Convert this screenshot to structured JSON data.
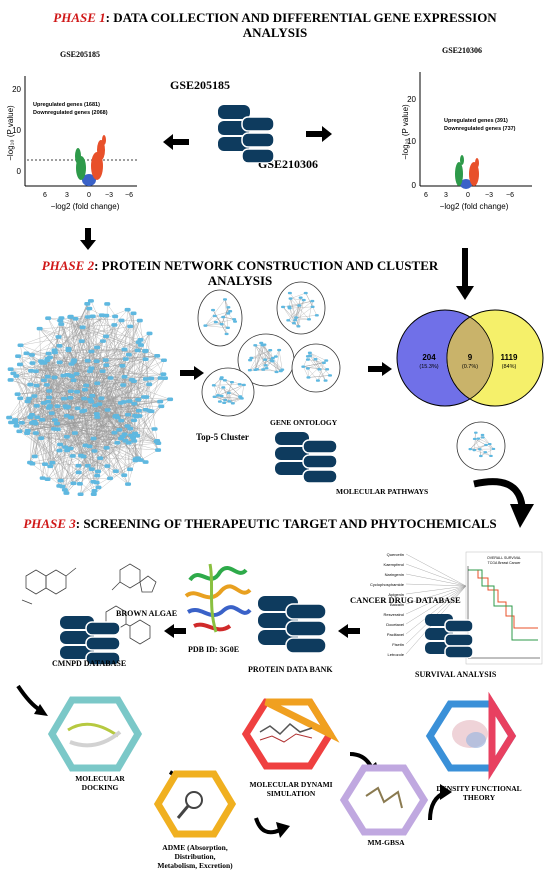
{
  "phase1": {
    "label": "PHASE 1",
    "title": ": DATA COLLECTION AND DIFFERENTIAL GENE EXPRESSION",
    "title2": "ANALYSIS"
  },
  "phase2": {
    "label": "PHASE 2",
    "title": ": PROTEIN NETWORK CONSTRUCTION AND CLUSTER",
    "title2": "ANALYSIS"
  },
  "phase3": {
    "label": "PHASE 3",
    "title": ": SCREENING OF THERAPEUTIC TARGET AND PHYTOCHEMICALS"
  },
  "datasets": {
    "left": "GSE205185",
    "right": "GSE210306",
    "center_top": "GSE205185",
    "center_bottom": "GSE210306"
  },
  "volcano_left": {
    "up": "Upregulated genes (1681)",
    "down": "Downregulated genes (2068)",
    "ylabel": "−log₁₀ (P value)",
    "xlabel": "−log2 (fold change)",
    "yticks": [
      "0",
      "10",
      "20"
    ],
    "xticks": [
      "6",
      "3",
      "0",
      "−3",
      "−6"
    ]
  },
  "volcano_right": {
    "up": "Upregulated genes (391)",
    "down": "Downregulated genes (737)",
    "ylabel": "−log₁₀ (P value)",
    "xlabel": "−log2 (fold change)",
    "yticks": [
      "0",
      "10",
      "20"
    ],
    "xticks": [
      "6",
      "3",
      "0",
      "−3",
      "−6"
    ]
  },
  "venn": {
    "left": "204",
    "left_pct": "(15.3%)",
    "mid": "9",
    "mid_pct": "(0.7%)",
    "right": "1119",
    "right_pct": "(84%)",
    "left_color": "#7070e8",
    "right_color": "#f5f06a"
  },
  "labels": {
    "top5": "Top-5 Cluster",
    "gene_ontology": "GENE ONTOLOGY",
    "pathways": "MOLECULAR PATHWAYS",
    "cancer_db": "CANCER DRUG DATABASE",
    "survival": "SURVIVAL ANALYSIS",
    "brown_algae": "BROWN ALGAE",
    "pdb_id": "PDB ID: 3G0E",
    "pdb": "PROTEIN DATA BANK",
    "cmnpd": "CMNPD DATABASE",
    "docking1": "MOLECULAR",
    "docking2": "DOCKING",
    "md1": "MOLECULAR DYNAMI",
    "md2": "SIMULATION",
    "mmgbsa": "MM-GBSA",
    "dft1": "DENSITY FUNCTIONAL",
    "dft2": "THEORY",
    "adme1": "ADME (Absorption,",
    "adme2": "Distribution,",
    "adme3": "Metabolism, Excretion)"
  },
  "survival_plot": {
    "header1": "OVERALL SURVIVAL",
    "header2": "TCGA Breast Cancer",
    "genes": [
      "Quercetin",
      "Kaempferol",
      "Naringenin",
      "Cyclophosphamide",
      "Apigenin",
      "Baicalin",
      "Resveratrol",
      "Docetaxel",
      "Paclitaxel",
      "Fisetin",
      "Letrozole"
    ]
  },
  "colors": {
    "phase_red": "#d01818",
    "db_navy": "#0e3b5e",
    "node_blue": "#5fb8e0",
    "volcano_red": "#e8502a",
    "volcano_green": "#2e9a4a",
    "volcano_blue": "#3a62c8"
  }
}
